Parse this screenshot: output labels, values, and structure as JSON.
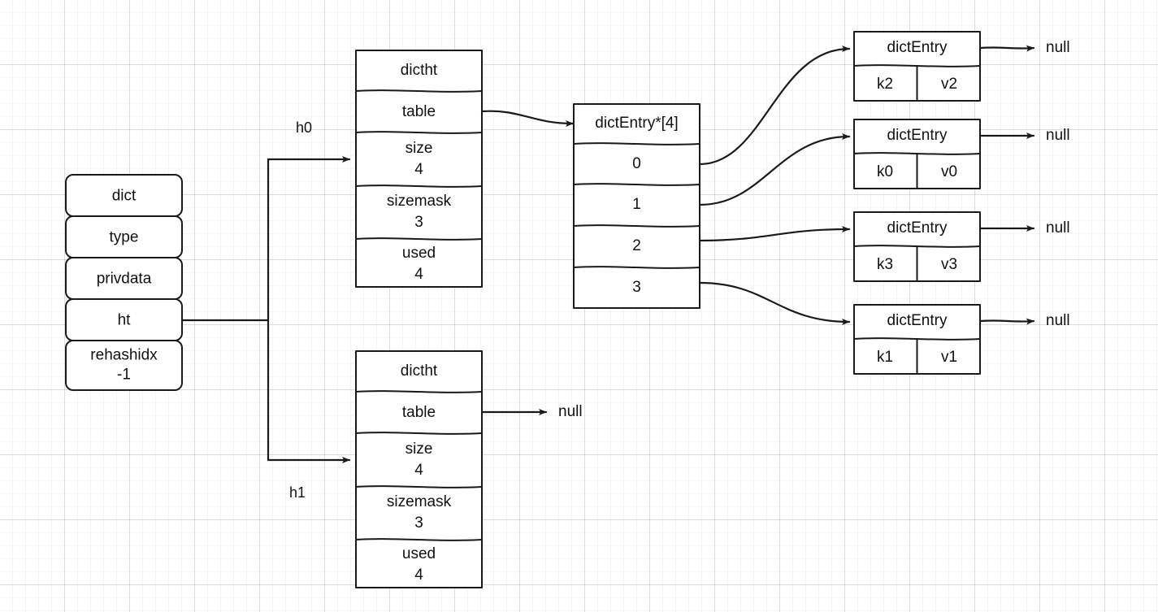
{
  "diagram": {
    "title": "Redis dict structure diagram",
    "stroke_color": "#1a1a1a",
    "background_color": "#ffffff",
    "grid_color": "#e8e8e8"
  },
  "dict_struct": {
    "name": "dict",
    "fields": [
      {
        "label": "dict",
        "value": ""
      },
      {
        "label": "type",
        "value": ""
      },
      {
        "label": "privdata",
        "value": ""
      },
      {
        "label": "ht",
        "value": ""
      },
      {
        "label": "rehashidx",
        "value": "-1"
      }
    ]
  },
  "edge_labels": {
    "h0": "h0",
    "h1": "h1"
  },
  "hashtable_0": {
    "title": "dictht",
    "rows": [
      {
        "label": "table",
        "value": ""
      },
      {
        "label": "size",
        "value": "4"
      },
      {
        "label": "sizemask",
        "value": "3"
      },
      {
        "label": "used",
        "value": "4"
      }
    ]
  },
  "hashtable_1": {
    "title": "dictht",
    "rows": [
      {
        "label": "table",
        "value": ""
      },
      {
        "label": "size",
        "value": "4"
      },
      {
        "label": "sizemask",
        "value": "3"
      },
      {
        "label": "used",
        "value": "4"
      }
    ],
    "table_target": "null"
  },
  "bucket_array": {
    "title": "dictEntry*[4]",
    "slots": [
      "0",
      "1",
      "2",
      "3"
    ]
  },
  "entries": [
    {
      "title": "dictEntry",
      "key": "k2",
      "value": "v2",
      "next": "null"
    },
    {
      "title": "dictEntry",
      "key": "k0",
      "value": "v0",
      "next": "null"
    },
    {
      "title": "dictEntry",
      "key": "k3",
      "value": "v3",
      "next": "null"
    },
    {
      "title": "dictEntry",
      "key": "k1",
      "value": "v1",
      "next": "null"
    }
  ]
}
